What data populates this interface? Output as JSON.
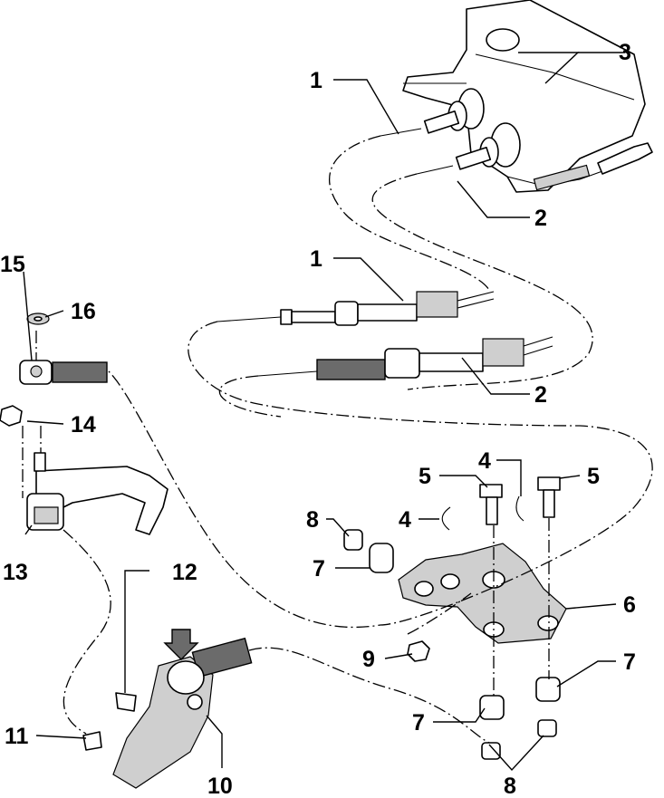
{
  "callouts": [
    {
      "label": "1"
    },
    {
      "label": "2"
    },
    {
      "label": "3"
    },
    {
      "label": "1"
    },
    {
      "label": "2"
    },
    {
      "label": "15"
    },
    {
      "label": "16"
    },
    {
      "label": "14"
    },
    {
      "label": "13"
    },
    {
      "label": "12"
    },
    {
      "label": "11"
    },
    {
      "label": "10"
    },
    {
      "label": "4"
    },
    {
      "label": "5"
    },
    {
      "label": "4"
    },
    {
      "label": "5"
    },
    {
      "label": "8"
    },
    {
      "label": "7"
    },
    {
      "label": "6"
    },
    {
      "label": "9"
    },
    {
      "label": "7"
    },
    {
      "label": "7"
    },
    {
      "label": "8"
    }
  ]
}
